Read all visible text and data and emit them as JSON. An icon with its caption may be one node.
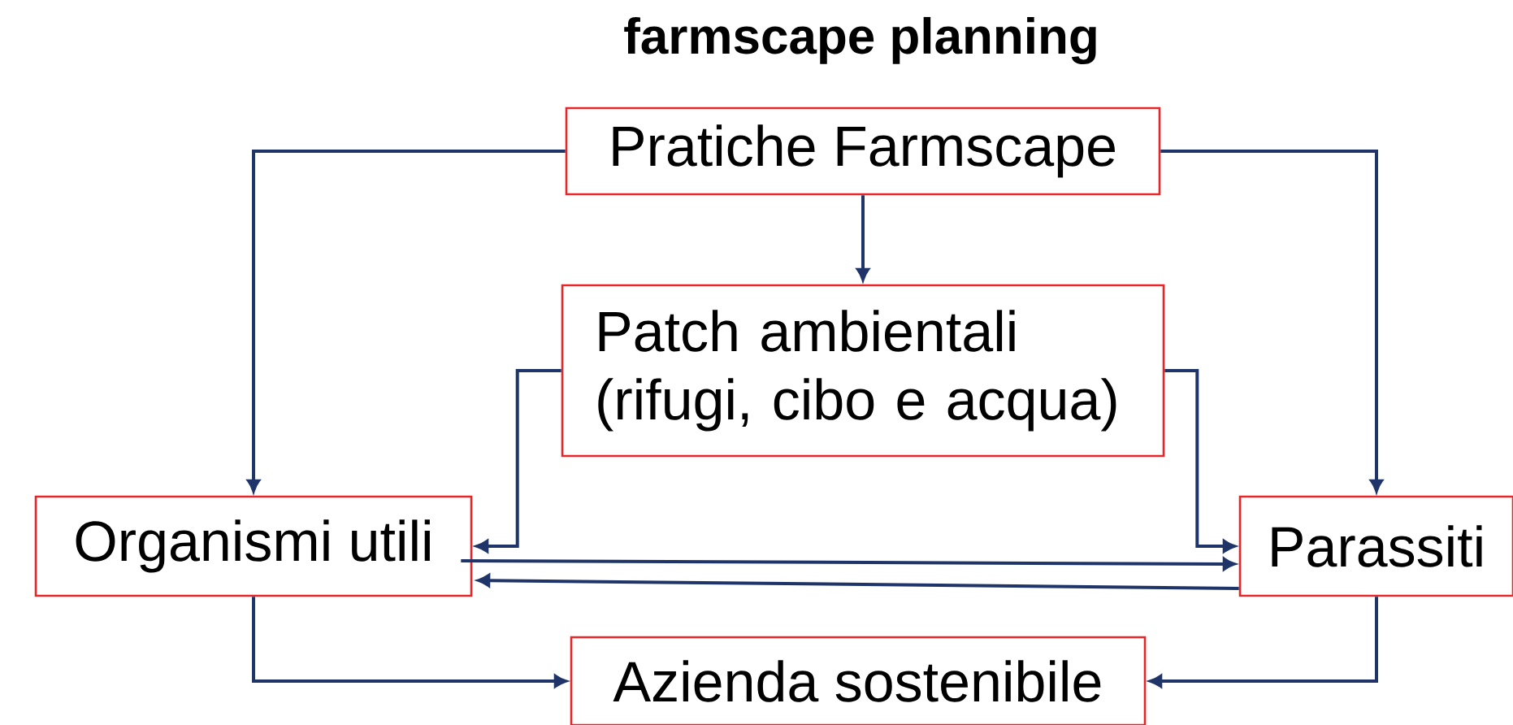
{
  "diagram": {
    "title": "farmscape planning",
    "nodes": [
      {
        "text": [
          "Pratiche Farmscape"
        ]
      },
      {
        "text": [
          "Patch ambientali (rifugi, cibo e acqua)"
        ]
      },
      {
        "text": [
          "Organismi utili"
        ]
      },
      {
        "text": [
          "Parassiti"
        ]
      },
      {
        "text": [
          "Azienda sostenibile"
        ]
      }
    ],
    "edges": [
      {
        "from": 0,
        "to": 2,
        "arrow": "to"
      },
      {
        "from": 0,
        "to": 1,
        "arrow": "to"
      },
      {
        "from": 0,
        "to": 3,
        "arrow": "to"
      },
      {
        "from": 1,
        "to": 2,
        "arrow": "to"
      },
      {
        "from": 1,
        "to": 3,
        "arrow": "to"
      },
      {
        "from": 2,
        "to": 3,
        "arrow": "to"
      },
      {
        "from": 3,
        "to": 2,
        "arrow": "to"
      },
      {
        "from": 2,
        "to": 4,
        "arrow": "to"
      },
      {
        "from": 3,
        "to": 4,
        "arrow": "to"
      }
    ]
  }
}
